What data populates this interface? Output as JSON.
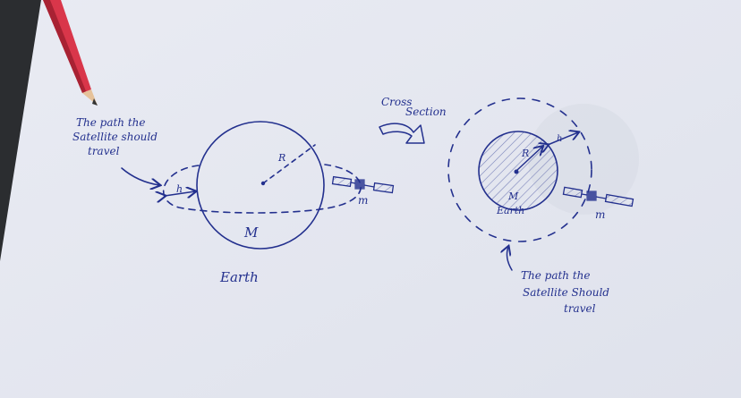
{
  "labels": {
    "path_left": [
      "The path the",
      "Satellite should",
      "travel"
    ],
    "h_left": "h",
    "R_left": "R",
    "M_left": "M",
    "m_left": "m",
    "earth_left": "Earth",
    "cross_section": [
      "Cross",
      "Section"
    ],
    "h_right": "h",
    "R_right": "R",
    "M_right": "M",
    "m_right": "m",
    "earth_right": "Earth",
    "path_right": [
      "The path the",
      "Satellite Should",
      "travel"
    ]
  },
  "colors": {
    "ink": "#23308e",
    "paper": "#e8eaf2",
    "pencil_body": "#d9364a",
    "background": "#2b2d30"
  }
}
